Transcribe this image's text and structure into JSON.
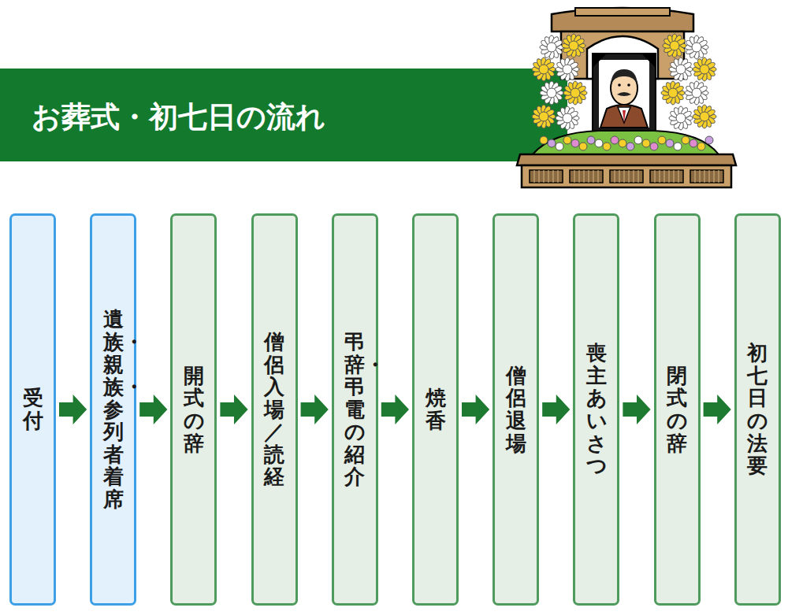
{
  "diagram": {
    "title": "お葬式・初七日の流れ",
    "nodes": [
      {
        "text": [
          "受付"
        ]
      },
      {
        "text": [
          "遺族・親族・参列者着席"
        ]
      },
      {
        "text": [
          "開式の辞"
        ]
      },
      {
        "text": [
          "僧侶入場／読経"
        ]
      },
      {
        "text": [
          "弔辞・弔電の紹介"
        ]
      },
      {
        "text": [
          "焼香"
        ]
      },
      {
        "text": [
          "僧侶退場"
        ]
      },
      {
        "text": [
          "喪主あいさつ"
        ]
      },
      {
        "text": [
          "閉式の辞"
        ]
      },
      {
        "text": [
          "初七日の法要"
        ]
      }
    ],
    "edges": [
      {
        "from": 0,
        "to": 1,
        "arrow": "to"
      },
      {
        "from": 1,
        "to": 2,
        "arrow": "to"
      },
      {
        "from": 2,
        "to": 3,
        "arrow": "to"
      },
      {
        "from": 3,
        "to": 4,
        "arrow": "to"
      },
      {
        "from": 4,
        "to": 5,
        "arrow": "to"
      },
      {
        "from": 5,
        "to": 6,
        "arrow": "to"
      },
      {
        "from": 6,
        "to": 7,
        "arrow": "to"
      },
      {
        "from": 7,
        "to": 8,
        "arrow": "to"
      },
      {
        "from": 8,
        "to": 9,
        "arrow": "to"
      }
    ]
  }
}
